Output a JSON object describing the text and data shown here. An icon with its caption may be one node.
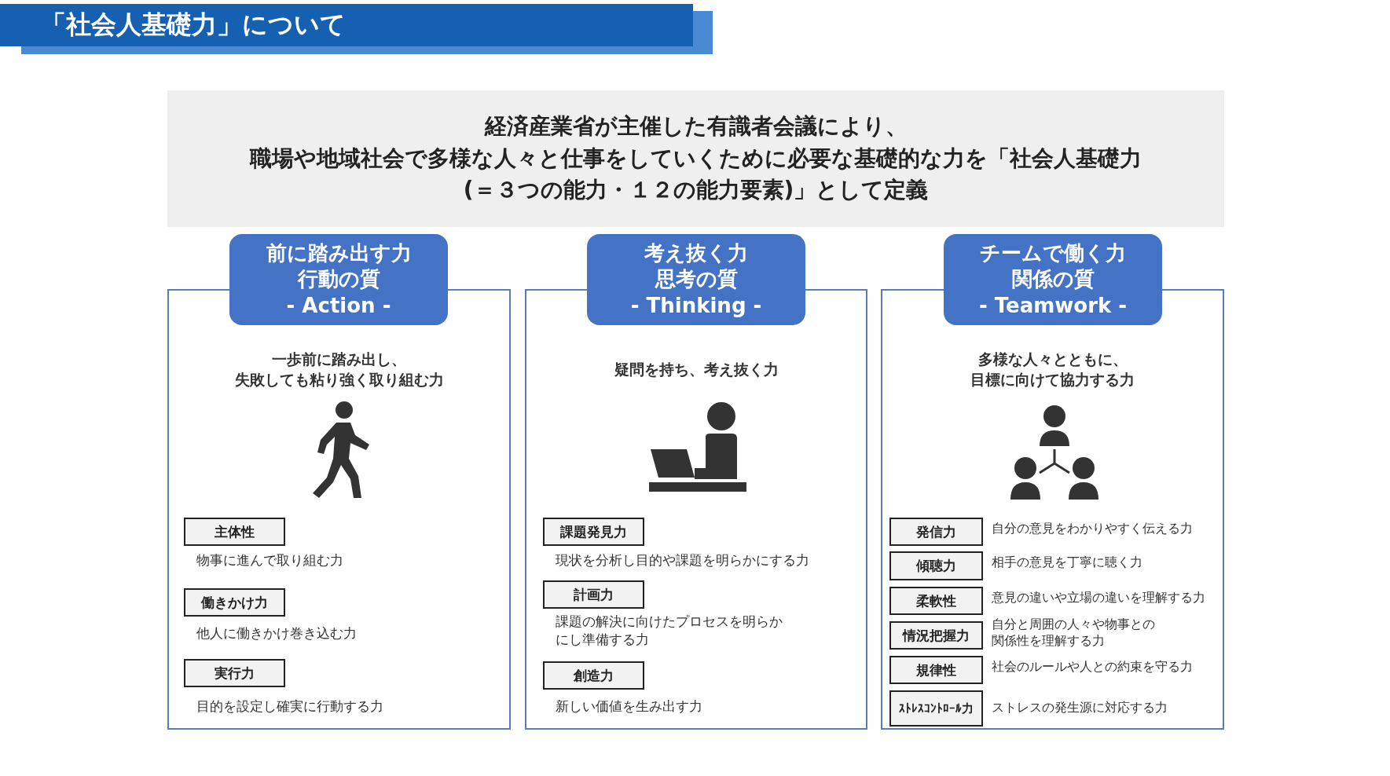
{
  "diagram": {
    "title": "「社会人基礎力」について",
    "nodes": [
      {
        "text": [
          "経済産業省が主催した有識者会議により、職場や地域社会で多様な人々と仕事をしていくために必要な基礎的な力を「社会人基礎力(＝３つの能力・１２の能力要素)」として定義"
        ]
      },
      {
        "text": [
          "前に踏み出す力",
          "行動の質",
          "- Action -"
        ]
      },
      {
        "text": [
          "一歩前に踏み出し、失敗しても粘り強く取り組む力"
        ]
      },
      {
        "text": [
          "主体性"
        ],
        "in": 2,
        "beside": [
          "物事に進んで取り組む力"
        ]
      },
      {
        "text": [
          "働きかけ力"
        ],
        "in": 2,
        "beside": [
          "他人に働きかけ巻き込む力"
        ]
      },
      {
        "text": [
          "実行力"
        ],
        "in": 2,
        "beside": [
          "目的を設定し確実に行動する力"
        ]
      },
      {
        "text": [
          "考え抜く力",
          "思考の質",
          "- Thinking -"
        ]
      },
      {
        "text": [
          "疑問を持ち、考え抜く力"
        ]
      },
      {
        "text": [
          "課題発見力"
        ],
        "in": 7,
        "beside": [
          "現状を分析し目的や課題を明らかにする力"
        ]
      },
      {
        "text": [
          "計画力"
        ],
        "in": 7,
        "beside": [
          "課題の解決に向けたプロセスを明らかにし準備する力"
        ]
      },
      {
        "text": [
          "創造力"
        ],
        "in": 7,
        "beside": [
          "新しい価値を生み出す力"
        ]
      },
      {
        "text": [
          "チームで働く力",
          "関係の質",
          "- Teamwork -"
        ]
      },
      {
        "text": [
          "多様な人々とともに、目標に向けて協力する力"
        ]
      },
      {
        "text": [
          "発信力"
        ],
        "in": 12,
        "beside": [
          "自分の意見をわかりやすく伝える力"
        ]
      },
      {
        "text": [
          "傾聴力"
        ],
        "in": 12,
        "beside": [
          "相手の意見を丁寧に聴く力"
        ]
      },
      {
        "text": [
          "柔軟性"
        ],
        "in": 12,
        "beside": [
          "意見の違いや立場の違いを理解する力"
        ]
      },
      {
        "text": [
          "情況把握力"
        ],
        "in": 12,
        "beside": [
          "自分と周囲の人々や物事との関係性を理解する力"
        ]
      },
      {
        "text": [
          "規律性"
        ],
        "in": 12,
        "beside": [
          "社会のルールや人との約束を守る力"
        ]
      },
      {
        "text": [
          "ｽﾄﾚｽｺﾝﾄﾛｰﾙ力"
        ],
        "in": 12,
        "beside": [
          "ストレスの発生源に対応する力"
        ]
      }
    ]
  }
}
